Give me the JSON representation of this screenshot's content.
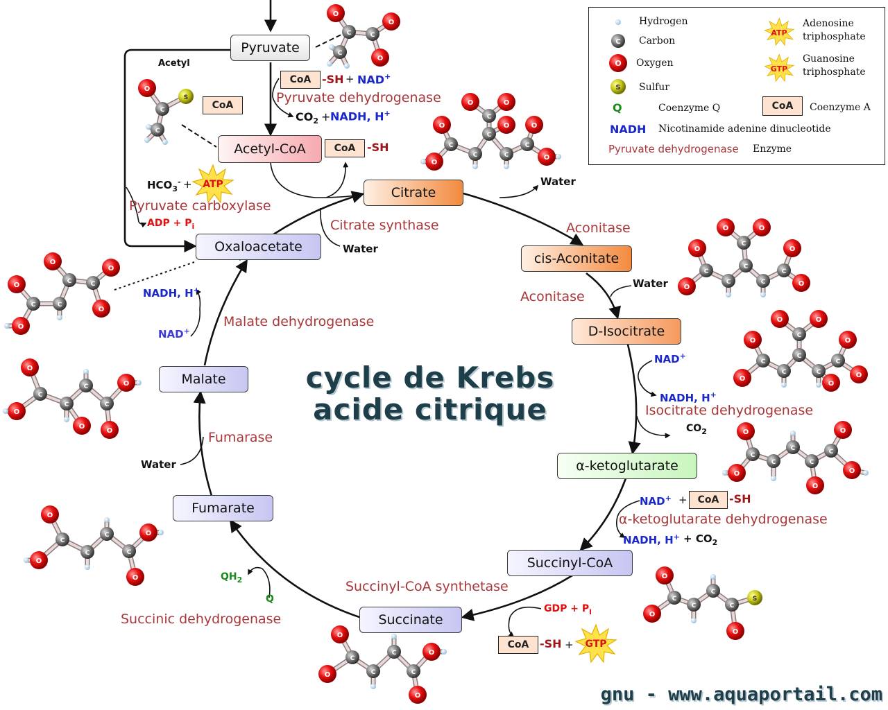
{
  "diagram": {
    "title_line1": "cycle de Krebs",
    "title_line2": "acide citrique",
    "footer": "gnu - www.aquaportail.com",
    "colors": {
      "enzyme": "#a8373a",
      "nadh": "#1a27c9",
      "adp": "#e01010",
      "coenzyme_q": "#1a8a1a",
      "title": "#1e3e4a"
    },
    "nodes": {
      "pyruvate": "Pyruvate",
      "acetyl_coa": "Acetyl-CoA",
      "citrate": "Citrate",
      "cis_aconitate": "cis-Aconitate",
      "d_isocitrate": "D-Isocitrate",
      "ketoglutarate": "α-ketoglutarate",
      "succinyl_coa": "Succinyl-CoA",
      "succinate": "Succinate",
      "fumarate": "Fumarate",
      "malate": "Malate",
      "oxaloacetate": "Oxaloacetate"
    },
    "enzymes": {
      "pyruvate_dehydrogenase": "Pyruvate dehydrogenase",
      "pyruvate_carboxylase": "Pyruvate carboxylase",
      "citrate_synthase": "Citrate synthase",
      "aconitase_1": "Aconitase",
      "aconitase_2": "Aconitase",
      "isocitrate_dehydrogenase": "Isocitrate dehydrogenase",
      "ketoglutarate_dehydrogenase": "α-ketoglutarate dehydrogenase",
      "succinyl_coa_synthetase": "Succinyl-CoA synthetase",
      "succinic_dehydrogenase": "Succinic dehydrogenase",
      "fumarase": "Fumarase",
      "malate_dehydrogenase": "Malate dehydrogenase"
    },
    "molecules": {
      "acetyl": "Acetyl",
      "coa": "CoA",
      "sh": "-SH",
      "plus": "+",
      "nad": "NAD",
      "nadh": "NADH, H",
      "co2": "CO",
      "co2_sub": "2",
      "sup_plus": "+",
      "water": "Water",
      "hco3": "HCO",
      "hco3_sub": "3",
      "hco3_sup": "-",
      "adp": "ADP + P",
      "adp_sub": "i",
      "gdp": "GDP + P",
      "gdp_sub": "i",
      "atp": "ATP",
      "gtp": "GTP",
      "q": "Q",
      "qh": "QH",
      "qh_sub": "2"
    },
    "legend": {
      "hydrogen": "Hydrogen",
      "carbon": "Carbon",
      "oxygen": "Oxygen",
      "sulfur": "Sulfur",
      "atp_line1": "Adenosine",
      "atp_line2": "triphosphate",
      "gtp_line1": "Guanosine",
      "gtp_line2": "triphosphate",
      "q_symbol": "Q",
      "q_name": "Coenzyme Q",
      "coa_symbol": "CoA",
      "coa_name": "Coenzyme A",
      "nadh_symbol": "NADH",
      "nadh_name": "Nicotinamide adenine dinucleotide",
      "enzyme_example": "Pyruvate dehydrogenase",
      "enzyme_name": "Enzyme",
      "atom_c": "C",
      "atom_o": "O",
      "atom_s": "S"
    }
  }
}
